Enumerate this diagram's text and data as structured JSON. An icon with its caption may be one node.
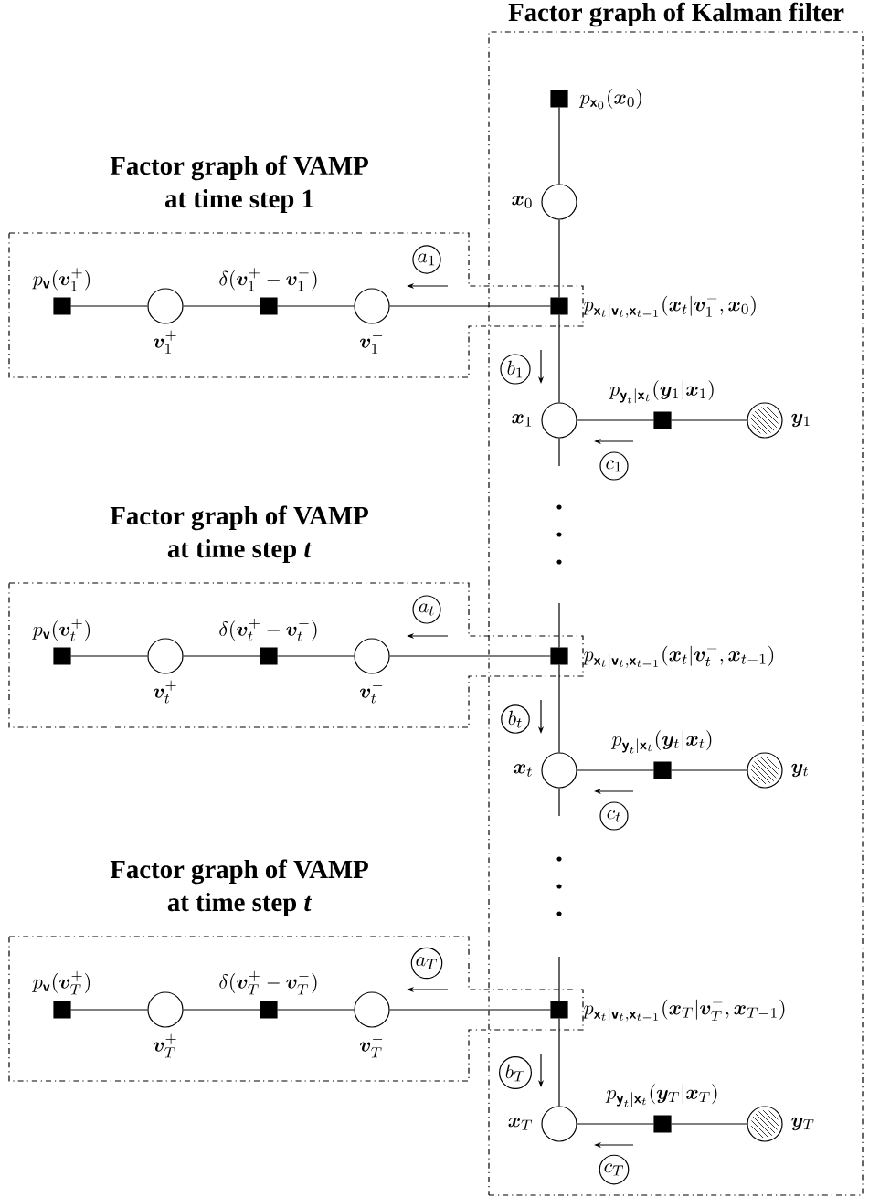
{
  "diagram": {
    "nodes": [
      {
        "text": [
          "Factor graph of Kalman filter"
        ]
      },
      {
        "text": [],
        "shape": "box",
        "in": 0,
        "beside": [
          "p_{\\bm{\\mathsf{x}}_0}(\\bm{x}_0)"
        ]
      },
      {
        "text": [],
        "shape": "circle",
        "in": 0,
        "beside": [
          "\\bm{x}_0"
        ]
      },
      {
        "text": [
          "Factor graph of VAMP at time step 1"
        ]
      },
      {
        "text": [],
        "shape": "box",
        "in": 3,
        "beside": [
          "p_{\\bm{\\mathsf{v}}}(\\bm{v}_1^+)"
        ]
      },
      {
        "text": [],
        "shape": "circle",
        "in": 3,
        "beside": [
          "\\bm{v}_1^+"
        ]
      },
      {
        "text": [],
        "shape": "box",
        "in": 3,
        "beside": [
          "\\delta(\\bm{v}_1^+ - \\bm{v}_1^-)"
        ]
      },
      {
        "text": [],
        "shape": "circle",
        "in": 3,
        "beside": [
          "\\bm{v}_1^-"
        ]
      },
      {
        "text": [
          "a_1"
        ],
        "in": 3
      },
      {
        "text": [],
        "shape": "box",
        "beside": [
          "p_{\\bm{\\mathsf{x}}_t|\\bm{\\mathsf{v}}_t,\\bm{\\mathsf{x}}_{t-1}}(\\bm{x}_t|\\bm{v}_1^-,\\bm{x}_0)"
        ]
      },
      {
        "text": [
          "b_1"
        ],
        "in": 0
      },
      {
        "text": [],
        "shape": "circle",
        "in": 0,
        "beside": [
          "\\bm{x}_1"
        ]
      },
      {
        "text": [],
        "shape": "box",
        "in": 0,
        "beside": [
          "p_{\\bm{\\mathsf{y}}_t|\\bm{\\mathsf{x}}_t}(\\bm{y}_1|\\bm{x}_1)"
        ]
      },
      {
        "text": [],
        "shape": "circle",
        "in": 0,
        "beside": [
          "\\bm{y}_1"
        ]
      },
      {
        "text": [
          "c_1"
        ],
        "in": 0
      },
      {
        "text": [
          "Factor graph of VAMP at time step *t*"
        ]
      },
      {
        "text": [],
        "shape": "box",
        "in": 15,
        "beside": [
          "p_{\\bm{\\mathsf{v}}}(\\bm{v}_t^+)"
        ]
      },
      {
        "text": [],
        "shape": "circle",
        "in": 15,
        "beside": [
          "\\bm{v}_t^+"
        ]
      },
      {
        "text": [],
        "shape": "box",
        "in": 15,
        "beside": [
          "\\delta(\\bm{v}_t^+ - \\bm{v}_t^-)"
        ]
      },
      {
        "text": [],
        "shape": "circle",
        "in": 15,
        "beside": [
          "\\bm{v}_t^-"
        ]
      },
      {
        "text": [
          "a_t"
        ],
        "in": 15
      },
      {
        "text": [],
        "shape": "box",
        "beside": [
          "p_{\\bm{\\mathsf{x}}_t|\\bm{\\mathsf{v}}_t,\\bm{\\mathsf{x}}_{t-1}}(\\bm{x}_t|\\bm{v}_t^-,\\bm{x}_{t-1})"
        ]
      },
      {
        "text": [
          "b_t"
        ],
        "in": 0
      },
      {
        "text": [],
        "shape": "circle",
        "in": 0,
        "beside": [
          "\\bm{x}_t"
        ]
      },
      {
        "text": [],
        "shape": "box",
        "in": 0,
        "beside": [
          "p_{\\bm{\\mathsf{y}}_t|\\bm{\\mathsf{x}}_t}(\\bm{y}_t|\\bm{x}_t)"
        ]
      },
      {
        "text": [],
        "shape": "circle",
        "in": 0,
        "beside": [
          "\\bm{y}_t"
        ]
      },
      {
        "text": [
          "c_t"
        ],
        "in": 0
      },
      {
        "text": [
          "Factor graph of VAMP at time step *t*"
        ]
      },
      {
        "text": [],
        "shape": "box",
        "in": 27,
        "beside": [
          "p_{\\bm{\\mathsf{v}}}(\\bm{v}_T^+)"
        ]
      },
      {
        "text": [],
        "shape": "circle",
        "in": 27,
        "beside": [
          "\\bm{v}_T^+"
        ]
      },
      {
        "text": [],
        "shape": "box",
        "in": 27,
        "beside": [
          "\\delta(\\bm{v}_T^+ - \\bm{v}_T^-)"
        ]
      },
      {
        "text": [],
        "shape": "circle",
        "in": 27,
        "beside": [
          "\\bm{v}_T^-"
        ]
      },
      {
        "text": [
          "a_T"
        ],
        "in": 27
      },
      {
        "text": [],
        "shape": "box",
        "beside": [
          "p_{\\bm{\\mathsf{x}}_t|\\bm{\\mathsf{v}}_t,\\bm{\\mathsf{x}}_{t-1}}(\\bm{x}_T|\\bm{v}_T^-,\\bm{x}_{T-1})"
        ]
      },
      {
        "text": [
          "b_T"
        ],
        "in": 0
      },
      {
        "text": [],
        "shape": "circle",
        "in": 0,
        "beside": [
          "\\bm{x}_T"
        ]
      },
      {
        "text": [],
        "shape": "box",
        "in": 0,
        "beside": [
          "p_{\\bm{\\mathsf{y}}_t|\\bm{\\mathsf{x}}_t}(\\bm{y}_T|\\bm{x}_T)"
        ]
      },
      {
        "text": [],
        "shape": "circle",
        "in": 0,
        "beside": [
          "\\bm{y}_T"
        ]
      },
      {
        "text": [
          "c_T"
        ],
        "in": 0
      }
    ],
    "edges": [
      {
        "from": 1,
        "to": 2,
        "arrow": "none"
      },
      {
        "from": 2,
        "to": 9,
        "arrow": "none"
      },
      {
        "from": 4,
        "to": 5,
        "arrow": "none"
      },
      {
        "from": 5,
        "to": 6,
        "arrow": "none"
      },
      {
        "from": 6,
        "to": 7,
        "arrow": "none"
      },
      {
        "from": 7,
        "to": 9,
        "arrow": "none"
      },
      {
        "from": 9,
        "to": 11,
        "arrow": "none"
      },
      {
        "from": 11,
        "to": 12,
        "arrow": "none"
      },
      {
        "from": 12,
        "to": 13,
        "arrow": "none"
      },
      {
        "from": 11,
        "to": null,
        "arrow": "none"
      },
      {
        "from": null,
        "to": 21,
        "arrow": "none"
      },
      {
        "from": 16,
        "to": 17,
        "arrow": "none"
      },
      {
        "from": 17,
        "to": 18,
        "arrow": "none"
      },
      {
        "from": 18,
        "to": 19,
        "arrow": "none"
      },
      {
        "from": 19,
        "to": 21,
        "arrow": "none"
      },
      {
        "from": 21,
        "to": 23,
        "arrow": "none"
      },
      {
        "from": 23,
        "to": 24,
        "arrow": "none"
      },
      {
        "from": 24,
        "to": 25,
        "arrow": "none"
      },
      {
        "from": 23,
        "to": null,
        "arrow": "none"
      },
      {
        "from": null,
        "to": 33,
        "arrow": "none"
      },
      {
        "from": 28,
        "to": 29,
        "arrow": "none"
      },
      {
        "from": 29,
        "to": 30,
        "arrow": "none"
      },
      {
        "from": 30,
        "to": 31,
        "arrow": "none"
      },
      {
        "from": 31,
        "to": 33,
        "arrow": "none"
      },
      {
        "from": 33,
        "to": 35,
        "arrow": "none"
      },
      {
        "from": 35,
        "to": 36,
        "arrow": "none"
      },
      {
        "from": 36,
        "to": 37,
        "arrow": "none"
      }
    ]
  }
}
